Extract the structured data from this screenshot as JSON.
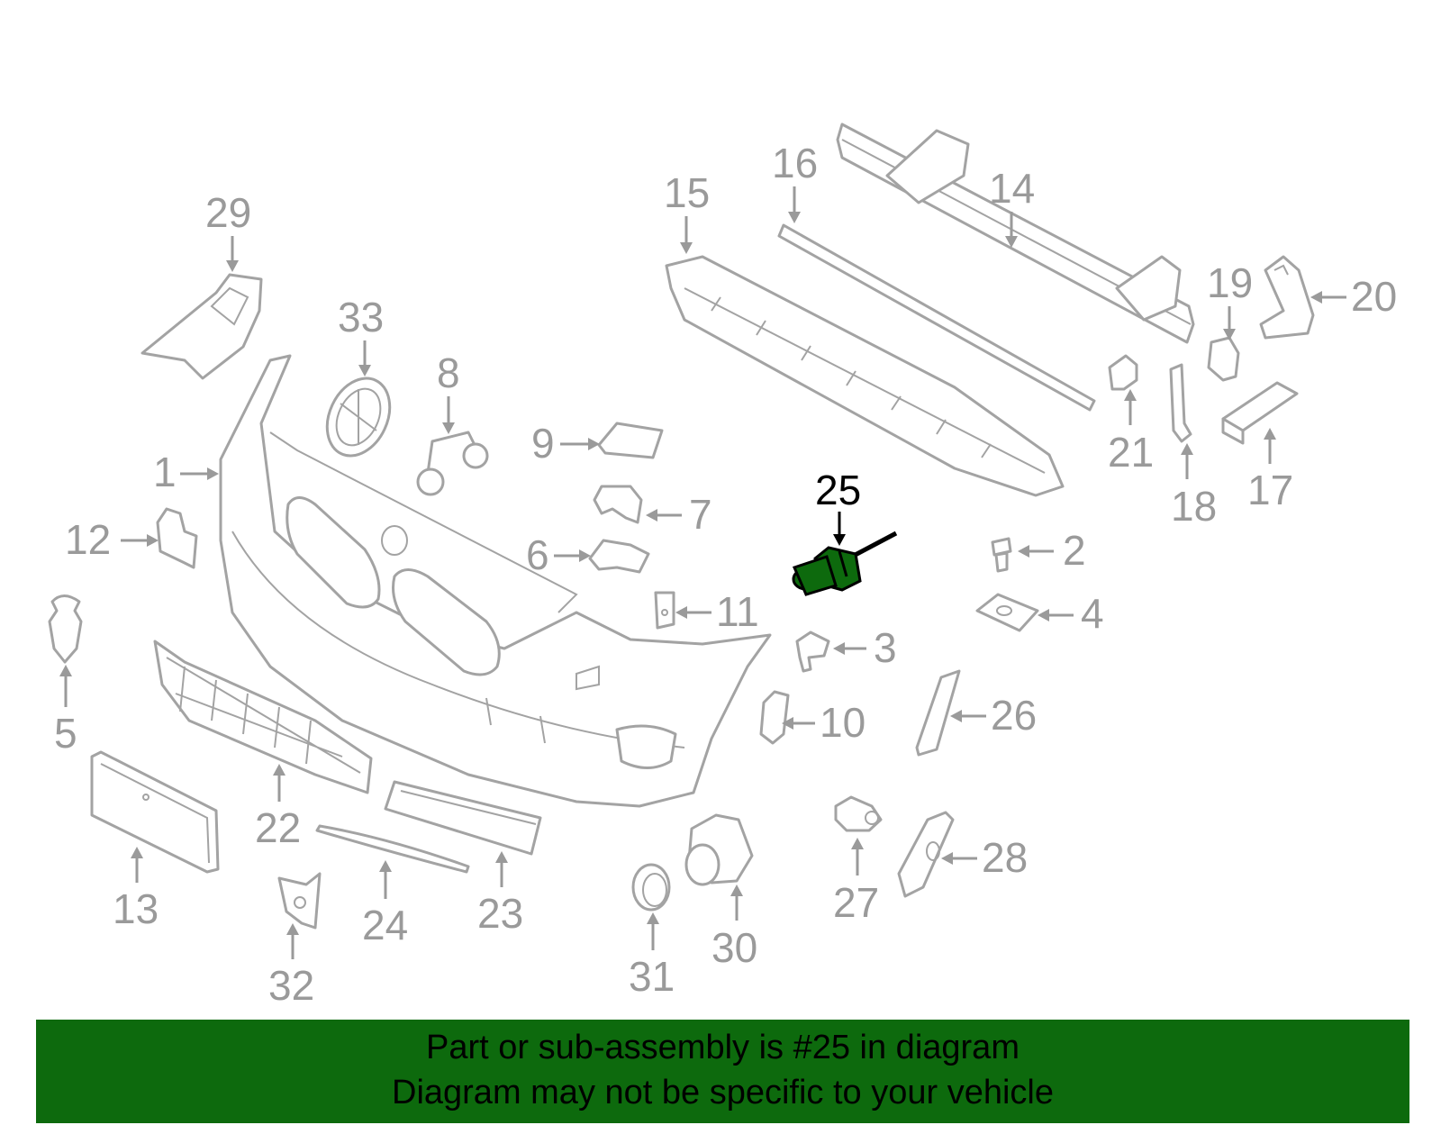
{
  "diagram": {
    "highlight_part": "25",
    "highlight_color": "#0d6a0d",
    "part_color": "#a3a3a3",
    "callouts": [
      "1",
      "2",
      "3",
      "4",
      "5",
      "6",
      "7",
      "8",
      "9",
      "10",
      "11",
      "12",
      "13",
      "14",
      "15",
      "16",
      "17",
      "18",
      "19",
      "20",
      "21",
      "22",
      "23",
      "24",
      "25",
      "26",
      "27",
      "28",
      "29",
      "30",
      "31",
      "32",
      "33"
    ]
  },
  "banner": {
    "line1": "Part or sub-assembly is #25 in diagram",
    "line2": "Diagram may not be specific to your vehicle",
    "background": "#0d6a0d"
  }
}
